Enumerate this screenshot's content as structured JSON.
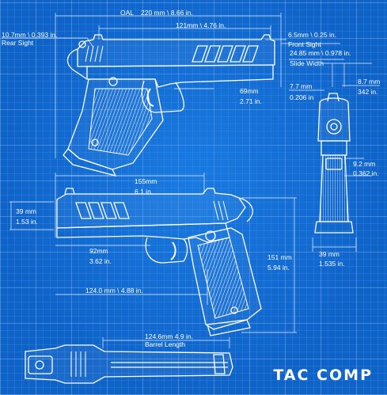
{
  "title": "TAC COMP",
  "colors": {
    "background": "#0e63c9",
    "line": "#ffffff",
    "grid": "#5fa3ec"
  },
  "dimensions": {
    "oal": {
      "label": "OAL",
      "value": "220 mm \\ 8.66 in."
    },
    "sight_radius": {
      "value": "121mm \\ 4.76 in."
    },
    "rear_sight": {
      "value": "10.7mm \\ 0.393 in.",
      "label": "Rear Sight"
    },
    "front_sight": {
      "value": "6.5mm \\  0.25  in.",
      "label": "Front Sight"
    },
    "slide_width": {
      "value": "24.85 mm \\ 0.978 in.",
      "label": "Slide Width"
    },
    "top_left_width": {
      "mm": "7.7 mm",
      "in": "0.206 in"
    },
    "top_right_width": {
      "mm": "8.7 mm",
      "in": "342 in."
    },
    "grip_depth": {
      "mm": "69mm",
      "in": "2.71 in."
    },
    "mag_step": {
      "mm": "9.2 mm",
      "in": "0.362 in."
    },
    "slide_length": {
      "mm": "155mm",
      "in": "6.1 in."
    },
    "slide_height": {
      "mm": "39 mm",
      "in": "1.53 in."
    },
    "trigger_reach": {
      "mm": "92mm",
      "in": "3.62 in."
    },
    "grip_height": {
      "mm": "151 mm",
      "in": "5.94 in."
    },
    "frame_length": {
      "value": "124.0 mm \\  4.88  in."
    },
    "grip_width": {
      "mm": "39 mm",
      "in": "1.535 in."
    },
    "barrel": {
      "value": "124.6mm 4.9 in.",
      "label": "Barrel Length"
    }
  }
}
